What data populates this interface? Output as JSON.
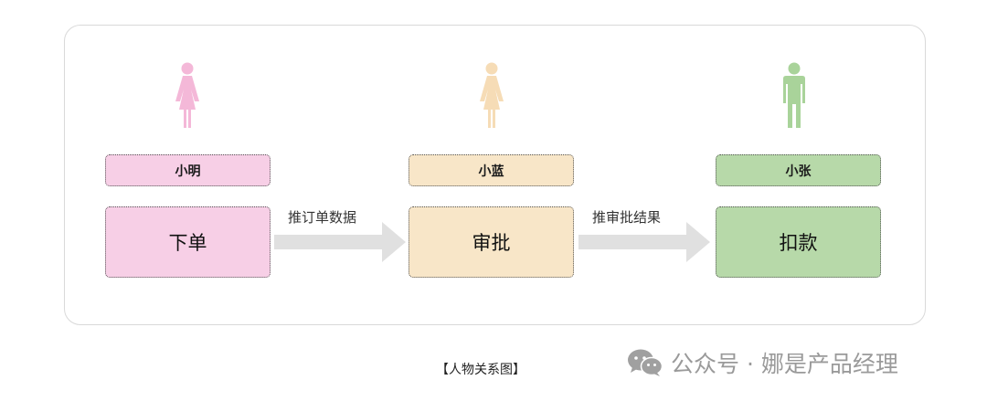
{
  "diagram": {
    "nodes": [
      {
        "person": "小明",
        "action": "下单",
        "color": "#f7cfe6",
        "figure": "female",
        "figure_color": "#f4b8d8"
      },
      {
        "person": "小蓝",
        "action": "审批",
        "color": "#f8e6c8",
        "figure": "female",
        "figure_color": "#f6dcb6"
      },
      {
        "person": "小张",
        "action": "扣款",
        "color": "#b7d9a9",
        "figure": "male",
        "figure_color": "#a9d39a"
      }
    ],
    "edges": [
      {
        "from": "小明",
        "to": "小蓝",
        "label": "推订单数据"
      },
      {
        "from": "小蓝",
        "to": "小张",
        "label": "推审批结果"
      }
    ],
    "arrow_color": "#e0e0e0"
  },
  "caption": "【人物关系图】",
  "watermark": {
    "icon": "wechat-icon",
    "text": "公众号 · 娜是产品经理"
  }
}
